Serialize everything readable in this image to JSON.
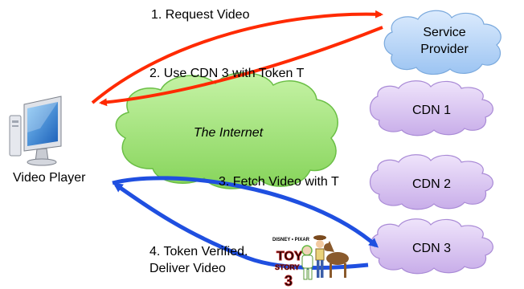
{
  "steps": {
    "s1": "1. Request Video",
    "s2": "2. Use CDN 3 with Token T",
    "s3": "3. Fetch Video with T",
    "s4_line1": "4. Token Verified.",
    "s4_line2": "Deliver Video"
  },
  "nodes": {
    "provider_line1": "Service",
    "provider_line2": "Provider",
    "internet": "The Internet",
    "player": "Video Player",
    "cdn1": "CDN 1",
    "cdn2": "CDN 2",
    "cdn3": "CDN 3"
  },
  "poster": {
    "brand": "DISNEY • PIXAR",
    "title_line1": "TOY",
    "title_line2": "STORY",
    "number": "3"
  },
  "colors": {
    "request_arrow": "#ff2a00",
    "fetch_arrow": "#1f4fe0",
    "internet_cloud": "#9de27a",
    "provider_cloud": "#b5d4f7",
    "cdn_cloud": "#d9c4f0"
  }
}
